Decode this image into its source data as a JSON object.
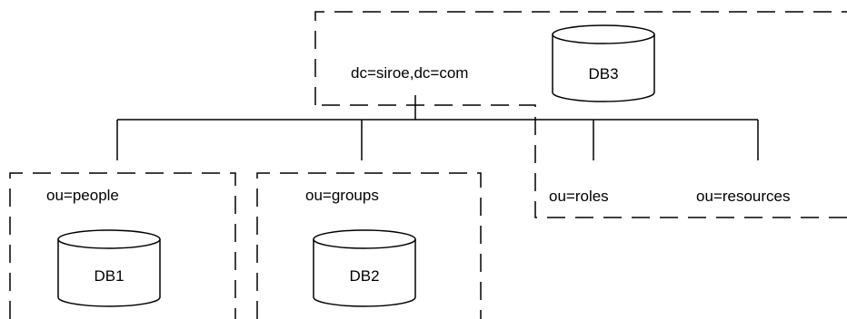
{
  "diagram": {
    "root": {
      "dn": "dc=siroe,dc=com",
      "database": "DB3"
    },
    "branches": [
      {
        "ou": "ou=people",
        "database": "DB1"
      },
      {
        "ou": "ou=groups",
        "database": "DB2"
      },
      {
        "ou": "ou=roles"
      },
      {
        "ou": "ou=resources"
      }
    ]
  }
}
